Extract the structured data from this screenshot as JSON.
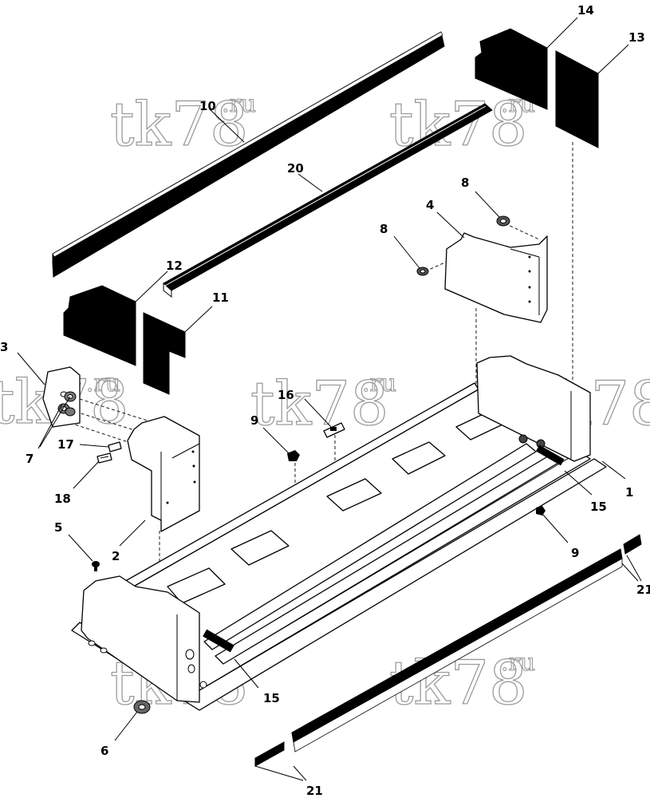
{
  "watermark": {
    "main": "tk78",
    "suffix": ".ru"
  },
  "callouts": [
    {
      "id": "c1",
      "text": "1"
    },
    {
      "id": "c2",
      "text": "2"
    },
    {
      "id": "c3",
      "text": "3"
    },
    {
      "id": "c4",
      "text": "4"
    },
    {
      "id": "c5",
      "text": "5"
    },
    {
      "id": "c6",
      "text": "6"
    },
    {
      "id": "c7",
      "text": "7"
    },
    {
      "id": "c8a",
      "text": "8"
    },
    {
      "id": "c8b",
      "text": "8"
    },
    {
      "id": "c9a",
      "text": "9"
    },
    {
      "id": "c9b",
      "text": "9"
    },
    {
      "id": "c10",
      "text": "10"
    },
    {
      "id": "c11",
      "text": "11"
    },
    {
      "id": "c12",
      "text": "12"
    },
    {
      "id": "c13",
      "text": "13"
    },
    {
      "id": "c14",
      "text": "14"
    },
    {
      "id": "c15a",
      "text": "15"
    },
    {
      "id": "c15b",
      "text": "15"
    },
    {
      "id": "c16",
      "text": "16"
    },
    {
      "id": "c17",
      "text": "17"
    },
    {
      "id": "c18",
      "text": "18"
    },
    {
      "id": "c20",
      "text": "20"
    },
    {
      "id": "c21a",
      "text": "21"
    },
    {
      "id": "c21b",
      "text": "21"
    }
  ]
}
